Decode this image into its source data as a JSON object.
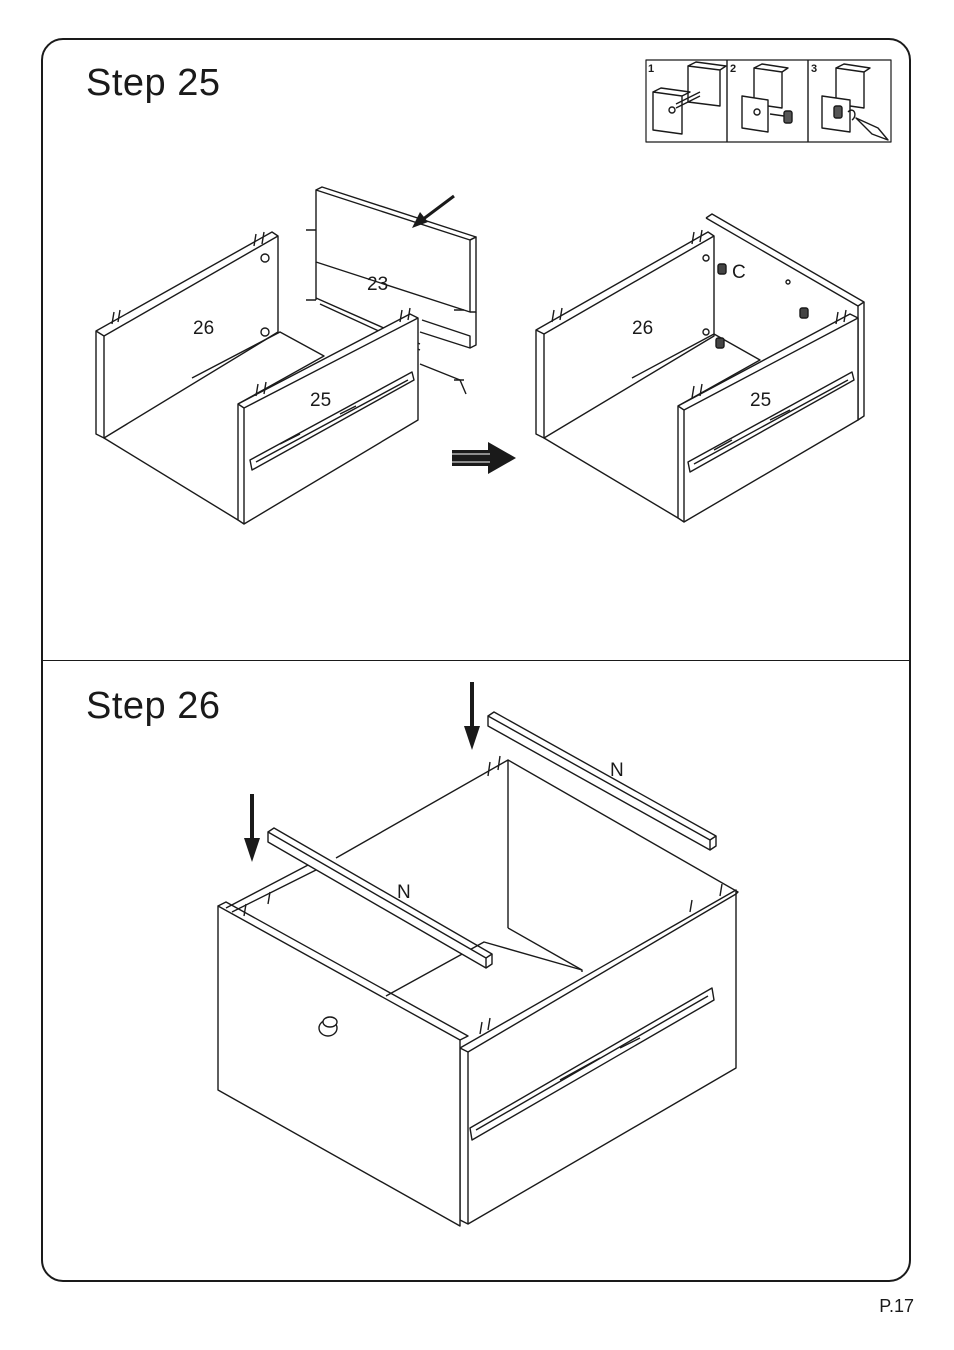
{
  "page": {
    "number": "P.17"
  },
  "steps": [
    {
      "title": "Step  25",
      "hardware_guide": {
        "frames": [
          "1",
          "2",
          "3"
        ]
      },
      "before": {
        "panel_back": "26",
        "panel_insert": "23",
        "panel_front": "25"
      },
      "after": {
        "panel_back": "26",
        "panel_front": "25",
        "fastener": "C"
      }
    },
    {
      "title": "Step  26",
      "rail_rear": "N",
      "rail_front": "N"
    }
  ]
}
